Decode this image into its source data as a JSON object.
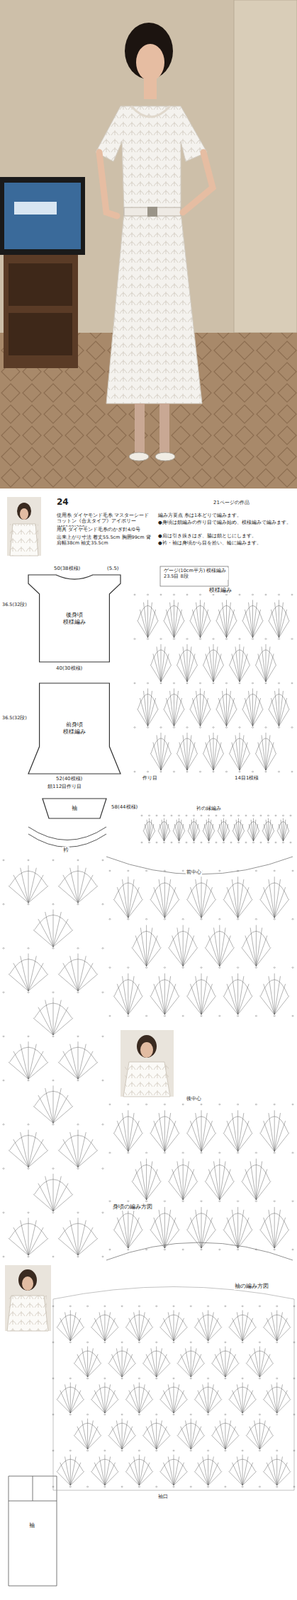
{
  "diagram": {
    "nodes": [
      {
        "text": [
          "後身頃",
          "模様編み"
        ]
      },
      {
        "text": [
          "前身頃",
          "模様編み"
        ]
      },
      {
        "text": [
          "袖"
        ]
      }
    ],
    "labels": [
      "24",
      "21ページの作品",
      "使用糸 ダイヤモンド毛糸 マスターシードコットン《合太タイプ》アイボリー(MS102)300g",
      "用具 ダイヤモンド毛糸のかぎ針4/0号",
      "出来上がり寸法 着丈55.5cm 胸囲99cm 背肩幅38cm 袖丈35.5cm",
      "編み方要点 糸は1本どりで編みます。",
      "●身頃は鎖編みの作り目で編み始め、模様編みで編みます。",
      "●肩は引き抜きはぎ、脇は鎖とじにします。",
      "●衿・袖は身頃から目を拾い、輪に編みます。",
      "50(38模様)",
      "(5.5)",
      "36.5(32段)",
      "40(30模様)",
      "36.5(32段)",
      "52(40模様)",
      "鎖112目作り目",
      "58(44模様)",
      "衿",
      "衿の縁編み",
      "ゲージ(10cm平方) 模様編み 23.5目 8段",
      "模様編み",
      "14目1模様",
      "作り目",
      "身頃の編み方図",
      "前中心",
      "後中心",
      "袖の編み方図",
      "袖口",
      "袖"
    ]
  }
}
